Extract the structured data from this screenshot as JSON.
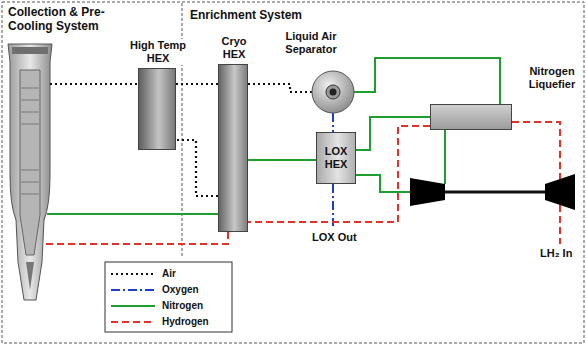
{
  "diagram": {
    "nodes": [
      {
        "text": [
          "High Temp HEX"
        ]
      },
      {
        "text": [
          "Cryo HEX"
        ]
      },
      {
        "text": [
          "Liquid Air Separator"
        ]
      },
      {
        "text": [
          "LOX HEX"
        ]
      },
      {
        "text": [
          "Nitrogen Liquefier"
        ]
      }
    ],
    "edges": [
      {
        "from": 0,
        "to": 1,
        "arrow": "none"
      },
      {
        "from": 1,
        "to": 0,
        "arrow": "none"
      },
      {
        "from": 1,
        "to": 2,
        "arrow": "none"
      },
      {
        "from": 2,
        "to": 3,
        "arrow": "none"
      },
      {
        "from": 2,
        "to": 4,
        "arrow": "none"
      },
      {
        "from": 4,
        "to": 3,
        "arrow": "none"
      },
      {
        "from": 3,
        "to": 1,
        "arrow": "none"
      },
      {
        "from": 4,
        "to": 1,
        "arrow": "none"
      }
    ],
    "labels": [
      "Collection & Pre-Cooling System",
      "Enrichment System",
      "LOX Out",
      "LH₂ In"
    ],
    "legend": [
      {
        "text": "Air"
      },
      {
        "text": "Oxygen"
      },
      {
        "text": "Nitrogen"
      },
      {
        "text": "Hydrogen"
      }
    ]
  }
}
